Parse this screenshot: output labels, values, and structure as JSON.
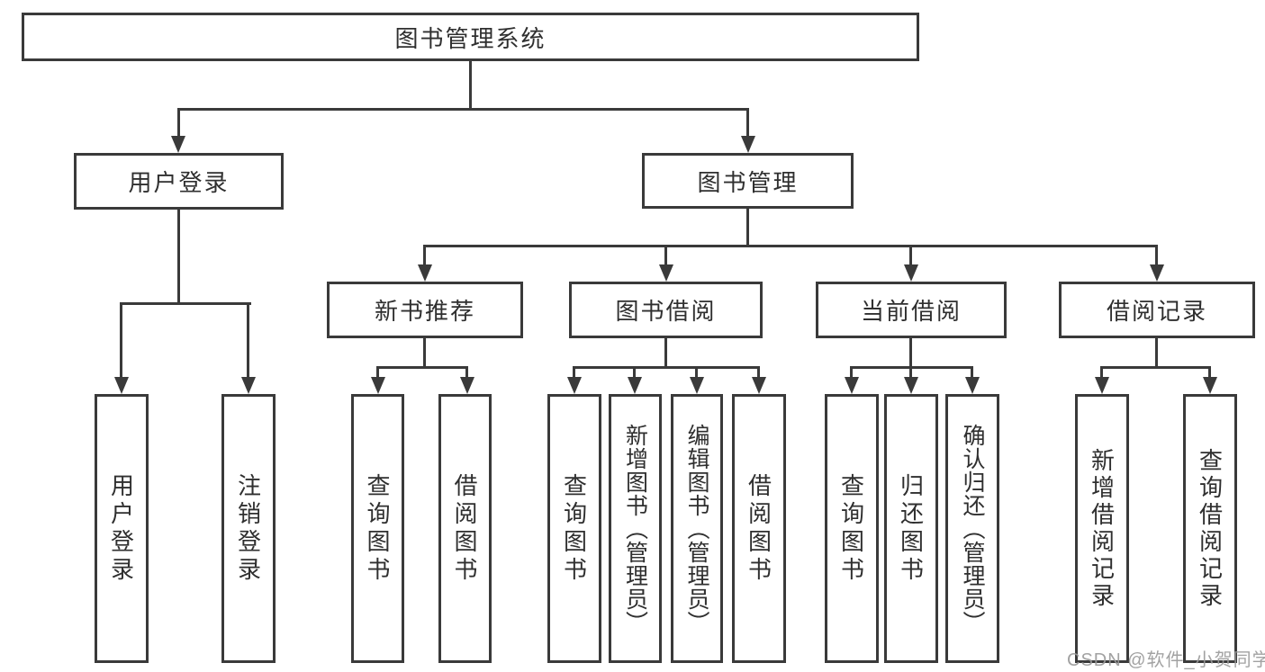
{
  "colors": {
    "line": "#3a3a3a",
    "text": "#2f2f2f",
    "background": "#ffffff",
    "watermark": "#9a9a9a"
  },
  "nodes": {
    "root": "图书管理系统",
    "user_login": "用户登录",
    "book_mgmt": "图书管理",
    "user_login_children": [
      "用户登录",
      "注销登录"
    ],
    "sections": [
      {
        "label": "新书推荐",
        "children": [
          "查询图书",
          "借阅图书"
        ]
      },
      {
        "label": "图书借阅",
        "children": [
          "查询图书",
          "新增图书（管理员）",
          "编辑图书（管理员）",
          "借阅图书"
        ]
      },
      {
        "label": "当前借阅",
        "children": [
          "查询图书",
          "归还图书",
          "确认归还（管理员）"
        ]
      },
      {
        "label": "借阅记录",
        "children": [
          "新增借阅记录",
          "查询借阅记录"
        ]
      }
    ]
  },
  "watermark": "CSDN @软件_小贺同学"
}
